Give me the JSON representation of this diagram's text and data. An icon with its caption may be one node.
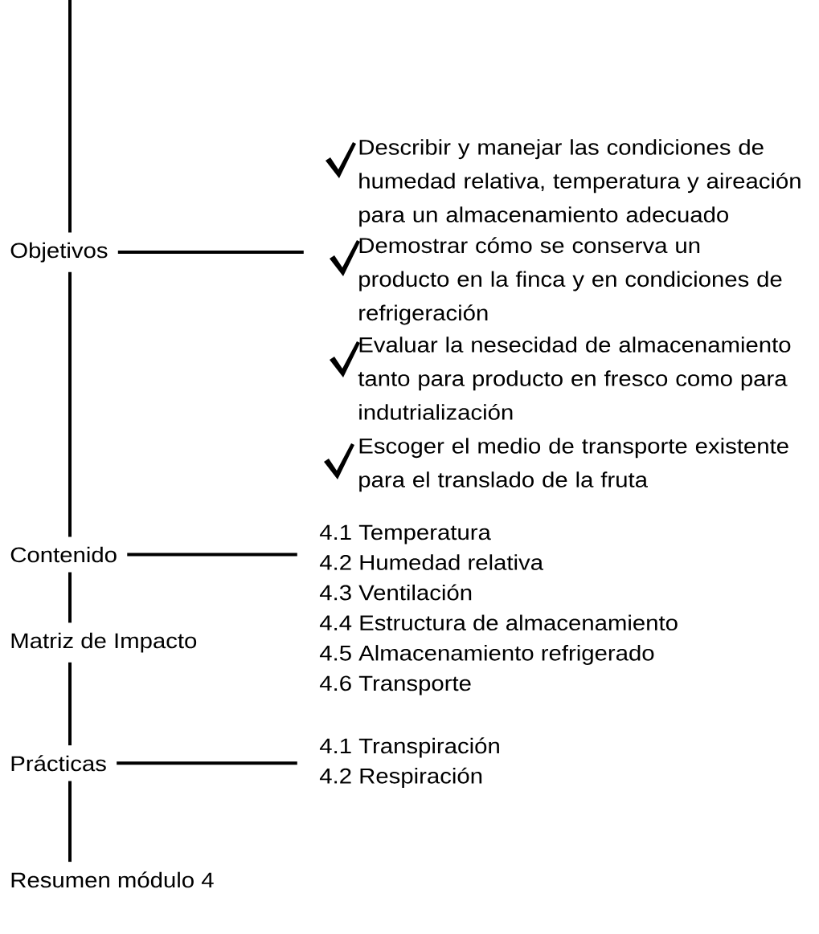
{
  "diagram": {
    "nodes": [
      {
        "text": [
          "Objetivos"
        ]
      },
      {
        "text": [
          "Describir y manejar las condiciones de humedad relativa, temperatura y aireación para un almacenamiento adecuado",
          "Demostrar cómo se conserva un producto en la finca y en condiciones de refrigeración",
          "Evaluar la nesecidad de almacenamiento tanto para producto en fresco como para indutrialización",
          "Escoger el medio de transporte existente para el translado de la fruta"
        ]
      },
      {
        "text": [
          "Contenido"
        ]
      },
      {
        "text": [
          "4.1 Temperatura",
          "4.2 Humedad relativa",
          "4.3 Ventilación",
          "4.4 Estructura de almacenamiento",
          "4.5 Almacenamiento refrigerado",
          "4.6 Transporte"
        ]
      },
      {
        "text": [
          "Matriz de Impacto"
        ]
      },
      {
        "text": [
          "Prácticas"
        ]
      },
      {
        "text": [
          "4.1 Transpiración",
          "4.2 Respiración"
        ]
      },
      {
        "text": [
          "Resumen módulo 4"
        ]
      }
    ],
    "edges": [
      {
        "from": null,
        "to": 0,
        "arrow": "none"
      },
      {
        "from": 0,
        "to": 2,
        "arrow": "none"
      },
      {
        "from": 2,
        "to": 4,
        "arrow": "none"
      },
      {
        "from": 4,
        "to": 5,
        "arrow": "none"
      },
      {
        "from": 5,
        "to": 7,
        "arrow": "none"
      },
      {
        "from": 0,
        "to": 1,
        "arrow": "none"
      },
      {
        "from": 2,
        "to": 3,
        "arrow": "none"
      },
      {
        "from": 5,
        "to": 6,
        "arrow": "none"
      }
    ]
  }
}
